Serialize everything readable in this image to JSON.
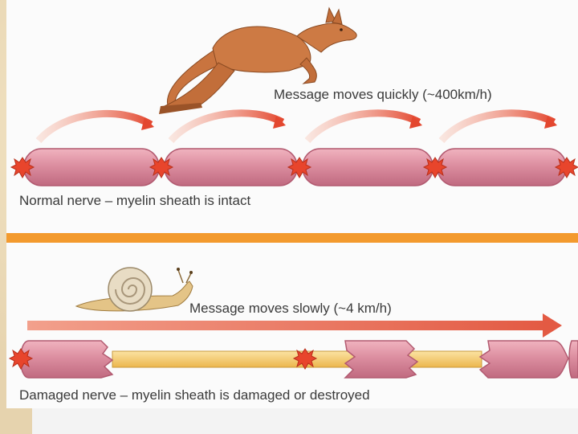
{
  "top": {
    "message": "Message moves quickly (~400km/h)",
    "caption": "Normal nerve – myelin sheath is intact"
  },
  "bottom": {
    "message": "Message moves slowly (~4 km/h)",
    "caption": "Damaged nerve – myelin sheath is damaged or destroyed"
  },
  "colors": {
    "sheath": "#d98a9a",
    "sheath_edge": "#b25a70",
    "node": "#e8452c",
    "axon": "#f4c766",
    "divider": "#f39a2e",
    "arrow": "#e04a3a"
  },
  "icons": [
    "kangaroo-icon",
    "snail-icon"
  ]
}
